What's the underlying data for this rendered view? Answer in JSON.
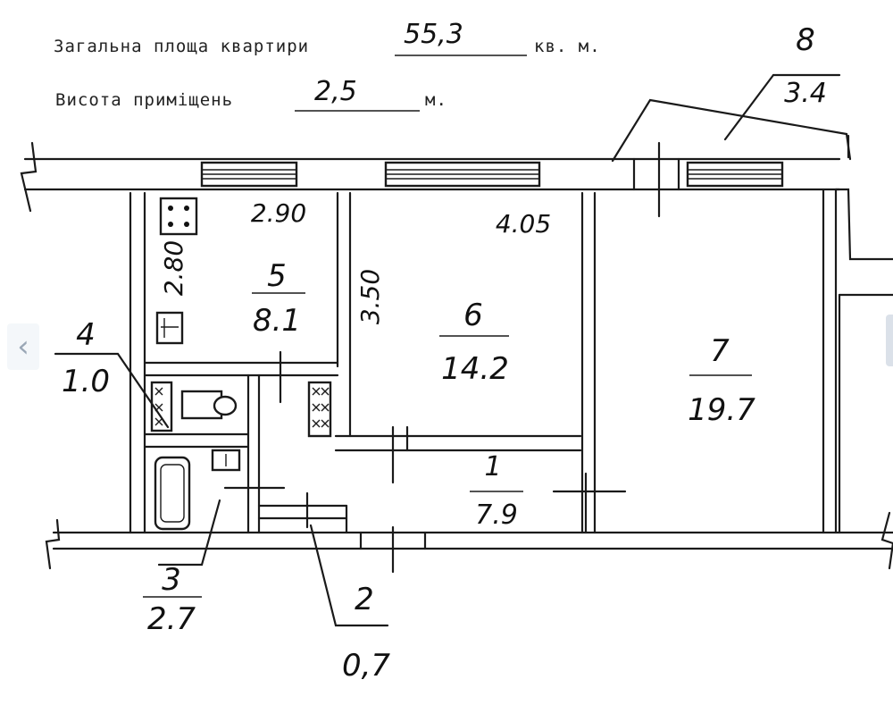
{
  "header": {
    "area_label": "Загальна площа квартири",
    "area_value": "55,3",
    "area_unit": "кв. м.",
    "height_label": "Висота приміщень",
    "height_value": "2,5",
    "height_unit": "м."
  },
  "rooms": [
    {
      "number": "1",
      "area": "7.9"
    },
    {
      "number": "2",
      "area": "0,7"
    },
    {
      "number": "3",
      "area": "2.7"
    },
    {
      "number": "4",
      "area": "1.0"
    },
    {
      "number": "5",
      "area": "8.1"
    },
    {
      "number": "6",
      "area": "14.2"
    },
    {
      "number": "7",
      "area": "19.7"
    },
    {
      "number": "8",
      "area": "3.4"
    }
  ],
  "dimensions": {
    "kitchen_width": "2.90",
    "kitchen_depth": "2.80",
    "room6_width": "4.05",
    "room6_depth": "3.50"
  },
  "navigation": {
    "prev_icon": "chevron-left-icon",
    "next_icon": "scroll-indicator"
  }
}
